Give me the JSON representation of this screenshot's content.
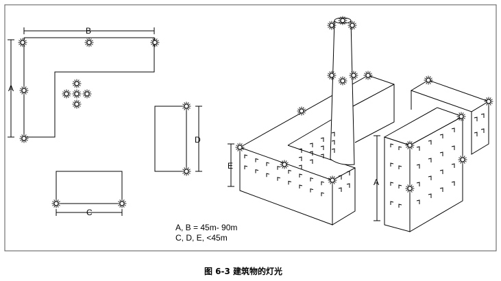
{
  "labels": {
    "a": "A",
    "b": "B",
    "c": "C",
    "d": "D",
    "e": "E",
    "a3d": "A"
  },
  "legend": [
    "A, B = 45m- 90m",
    "C, D, E, <45m"
  ],
  "caption": "图 6-3   建筑物的灯光"
}
